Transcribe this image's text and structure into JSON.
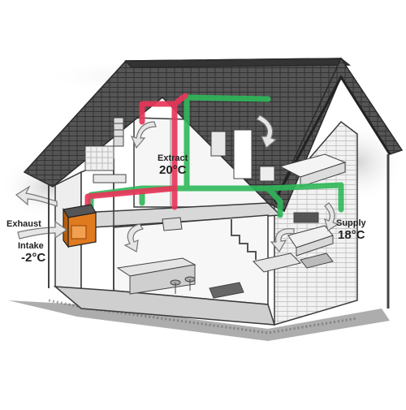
{
  "labels": {
    "exhaust": "Exhaust",
    "intake": "Intake",
    "intake_temp": "-2°C",
    "extract": "Extract",
    "extract_temp": "20°C",
    "supply": "Supply",
    "supply_temp": "18°C"
  },
  "colors": {
    "extract_duct": "#e8365a",
    "supply_duct": "#2fb85a",
    "house_line": "#3a3a3a",
    "roof": "#4a4a4a",
    "arrow_fill": "#e6e6e6"
  },
  "icons": {
    "air_flow": "air-flow-arrow-icon",
    "hrv_unit": "ventilation-unit-icon"
  }
}
